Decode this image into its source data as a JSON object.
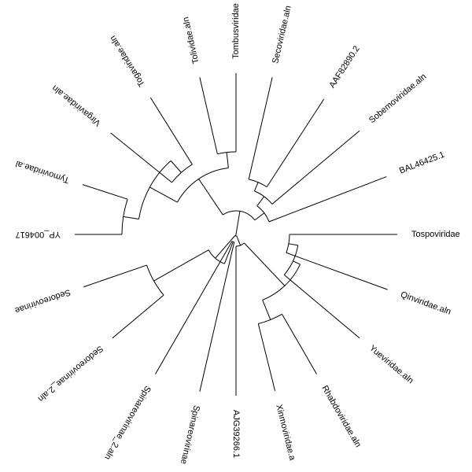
{
  "tree": {
    "stroke_color": "#000000",
    "background_color": "#ffffff",
    "leaves": [
      {
        "id": "tospo",
        "label": "Tospoviridae"
      },
      {
        "id": "qin",
        "label": "Qinviridae.aln"
      },
      {
        "id": "yue",
        "label": "Yueviridae.aln"
      },
      {
        "id": "rhabdo",
        "label": "Rhabdoviridae.aln"
      },
      {
        "id": "xinmo",
        "label": "Xinmoviridae.a"
      },
      {
        "id": "ajg",
        "label": "AJG39266.1"
      },
      {
        "id": "spin1",
        "label": "Spinareovirinae"
      },
      {
        "id": "spin2",
        "label": "Spinareovirinae_2.aln"
      },
      {
        "id": "sedo2",
        "label": "Sedoreovirinae_2.aln"
      },
      {
        "id": "sedo1",
        "label": "Sedoreovirinae"
      },
      {
        "id": "yp",
        "label": "YP_004617"
      },
      {
        "id": "tymo",
        "label": "Tymoviridae.al"
      },
      {
        "id": "virga",
        "label": "Virgaviridae.aln"
      },
      {
        "id": "toga",
        "label": "Togaviridae.aln"
      },
      {
        "id": "tolivi",
        "label": "Tolividae.aln"
      },
      {
        "id": "tombus",
        "label": "Tombusviridae"
      },
      {
        "id": "seco",
        "label": "Secoviridae.aln"
      },
      {
        "id": "aaf",
        "label": "AAF82890.2"
      },
      {
        "id": "sobemo",
        "label": "Sobemoviridae.aln"
      },
      {
        "id": "bal",
        "label": "BAL46425.1"
      }
    ]
  }
}
